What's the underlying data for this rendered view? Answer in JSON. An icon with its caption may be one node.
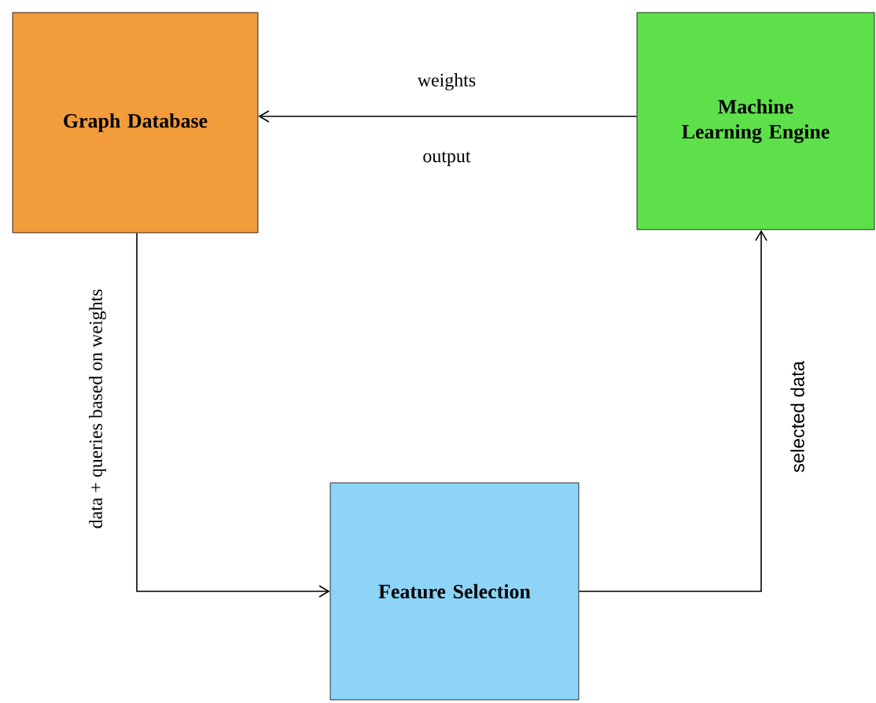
{
  "diagram": {
    "nodes": [
      {
        "text": [
          "Graph Database"
        ]
      },
      {
        "text": [
          "Machine Learning Engine"
        ]
      },
      {
        "text": [
          "Feature Selection"
        ]
      }
    ],
    "edges": [
      {
        "from": 1,
        "to": 0,
        "arrow": "to",
        "label": "weights"
      },
      {
        "from": 0,
        "to": 2,
        "arrow": "to",
        "label": "data + queries based on weights"
      },
      {
        "from": 2,
        "to": 1,
        "arrow": "to",
        "label": "selected data"
      }
    ],
    "labels": [
      "output"
    ]
  }
}
